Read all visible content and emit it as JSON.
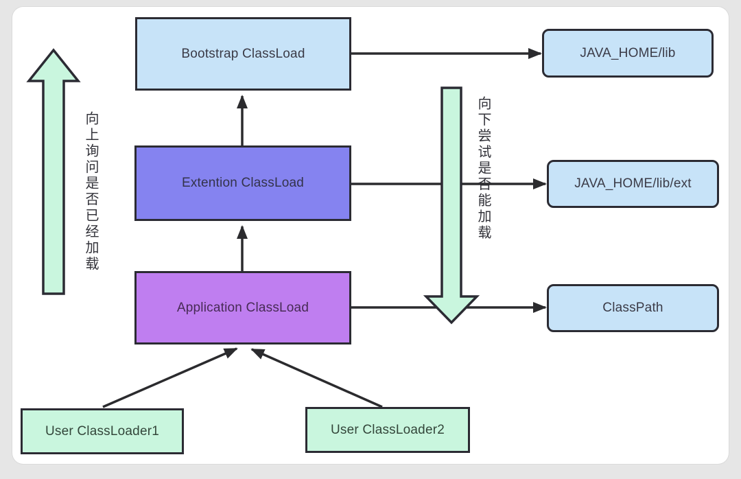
{
  "diagram": {
    "loader_chain": [
      {
        "label": "Bootstrap ClassLoad",
        "fill": "#c7e3f8"
      },
      {
        "label": "Extention ClassLoad",
        "fill": "#8583f0"
      },
      {
        "label": "Application ClassLoad",
        "fill": "#bf7ef0"
      }
    ],
    "search_paths": [
      {
        "label": "JAVA_HOME/lib"
      },
      {
        "label": "JAVA_HOME/lib/ext"
      },
      {
        "label": "ClassPath"
      }
    ],
    "user_loaders": [
      {
        "label": "User ClassLoader1"
      },
      {
        "label": "User ClassLoader2"
      }
    ],
    "annotations": {
      "upward": "向上询问是否已经加载",
      "downward": "向下尝试是否能加载"
    },
    "colors": {
      "light_blue": "#c7e3f8",
      "periwinkle": "#8583f0",
      "orchid": "#bf7ef0",
      "mint_green": "#c9f6de",
      "line": "#2b2b2e",
      "canvas_background": "#e6e6e6",
      "card_background": "#ffffff"
    }
  }
}
